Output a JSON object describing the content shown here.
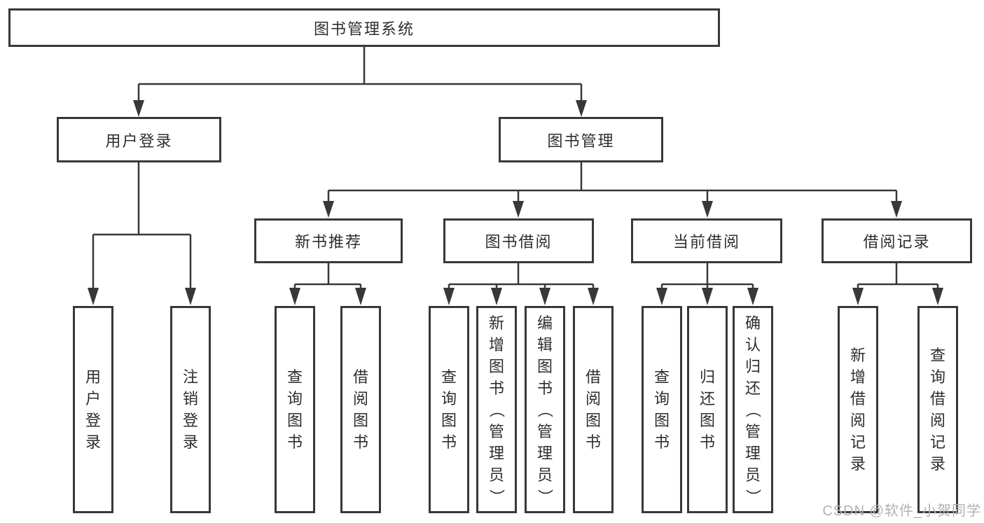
{
  "diagram": {
    "root": {
      "label": "图书管理系统"
    },
    "level2": [
      {
        "label": "用户登录"
      },
      {
        "label": "图书管理"
      }
    ],
    "level3": [
      {
        "label": "新书推荐"
      },
      {
        "label": "图书借阅"
      },
      {
        "label": "当前借阅"
      },
      {
        "label": "借阅记录"
      }
    ],
    "leaves": {
      "user_login": [
        "用户登录",
        "注销登录"
      ],
      "new_book_recommend": [
        "查询图书",
        "借阅图书"
      ],
      "book_borrow": [
        "查询图书",
        "新增图书（管理员）",
        "编辑图书（管理员）",
        "借阅图书"
      ],
      "current_borrow": [
        "查询图书",
        "归还图书",
        "确认归还（管理员）"
      ],
      "borrow_records": [
        "新增借阅记录",
        "查询借阅记录"
      ]
    }
  },
  "watermark": {
    "text": "CSDN @软件_小贺同学"
  },
  "colors": {
    "line": "#383838",
    "text": "#2e2e2e",
    "watermark": "#b2b2b2",
    "background": "#ffffff"
  }
}
